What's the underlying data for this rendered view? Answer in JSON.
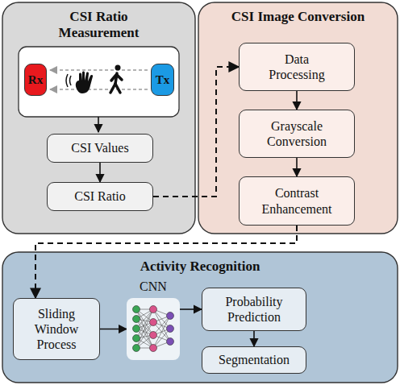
{
  "diagram": {
    "nodes": [
      {
        "text": [
          "CSI Ratio Measurement"
        ]
      },
      {
        "text": [
          "Rx"
        ],
        "in": 0
      },
      {
        "text": [
          "Tx"
        ],
        "in": 0
      },
      {
        "text": [
          "CSI Values"
        ],
        "in": 0
      },
      {
        "text": [
          "CSI Ratio"
        ],
        "in": 0
      },
      {
        "text": [
          "CSI Image Conversion"
        ]
      },
      {
        "text": [
          "Data Processing"
        ],
        "in": 5
      },
      {
        "text": [
          "Grayscale Conversion"
        ],
        "in": 5
      },
      {
        "text": [
          "Contrast Enhancement"
        ],
        "in": 5
      },
      {
        "text": [
          "Activity Recognition"
        ]
      },
      {
        "text": [
          "Sliding Window Process"
        ],
        "in": 9
      },
      {
        "text": [
          "CNN"
        ],
        "in": 9
      },
      {
        "text": [
          "Probability Prediction"
        ],
        "in": 9
      },
      {
        "text": [
          "Segmentation"
        ],
        "in": 9
      }
    ],
    "edges": [
      {
        "from": 3,
        "to": 4,
        "arrow": "to"
      },
      {
        "from": 4,
        "to": 6,
        "arrow": "to"
      },
      {
        "from": 6,
        "to": 7,
        "arrow": "to"
      },
      {
        "from": 7,
        "to": 8,
        "arrow": "to"
      },
      {
        "from": 8,
        "to": 10,
        "arrow": "to"
      },
      {
        "from": 10,
        "to": 11,
        "arrow": "to"
      },
      {
        "from": 11,
        "to": 12,
        "arrow": "to"
      },
      {
        "from": 12,
        "to": 13,
        "arrow": "to"
      }
    ]
  }
}
